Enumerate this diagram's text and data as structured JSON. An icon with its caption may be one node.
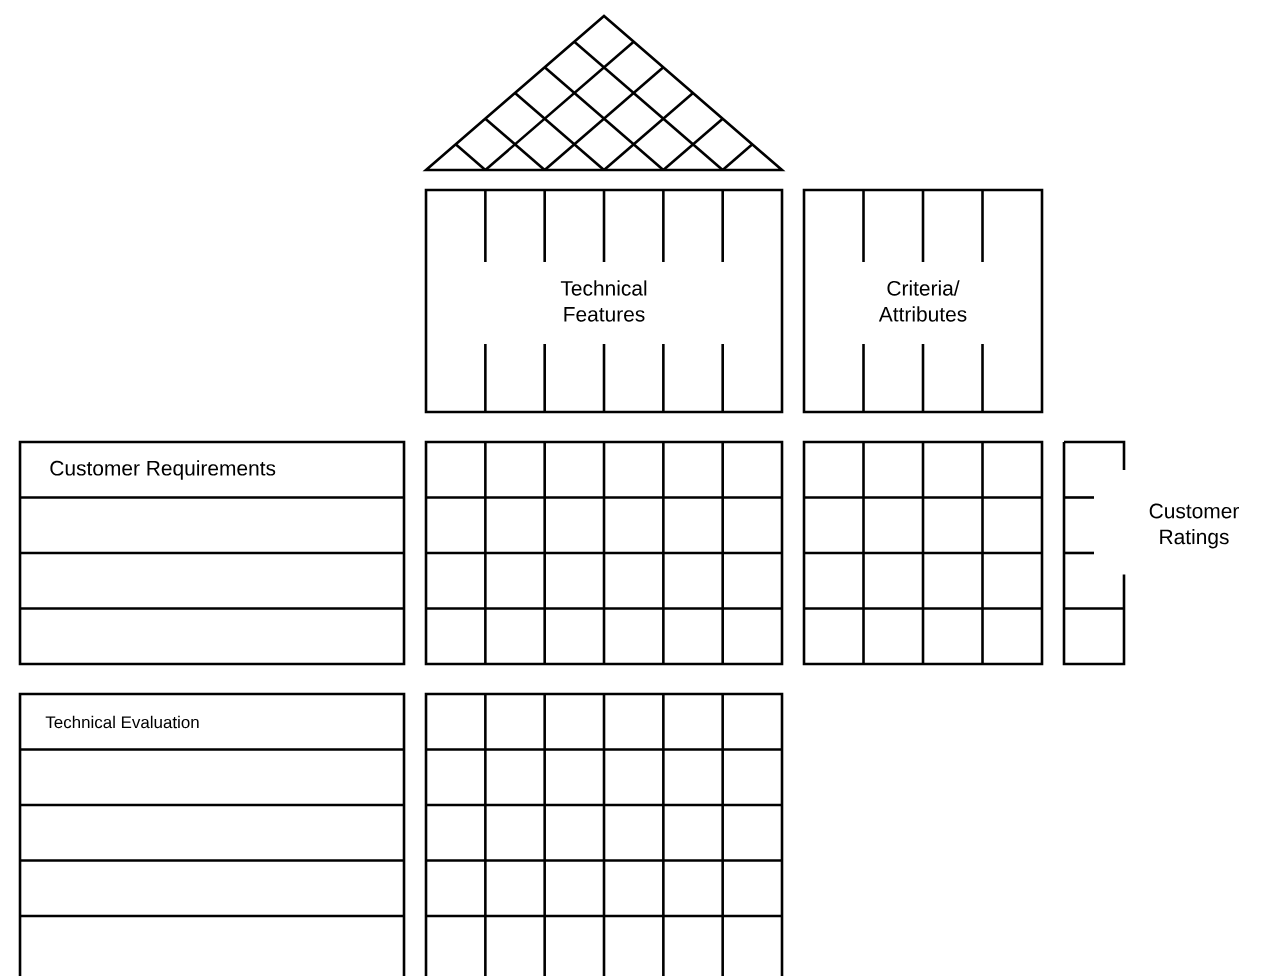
{
  "diagram": {
    "nodes": [
      {
        "text": [],
        "shape": "triangle"
      },
      {
        "text": [
          "Technical Features"
        ]
      },
      {
        "text": [
          "Criteria/ Attributes"
        ]
      },
      {
        "text": [
          "Customer Requirements"
        ]
      },
      {
        "text": [],
        "shape": "grid"
      },
      {
        "text": [],
        "shape": "grid"
      },
      {
        "text": [
          "Customer Ratings"
        ]
      },
      {
        "text": [
          "Technical Evaluation"
        ]
      },
      {
        "text": [],
        "shape": "grid"
      }
    ]
  }
}
